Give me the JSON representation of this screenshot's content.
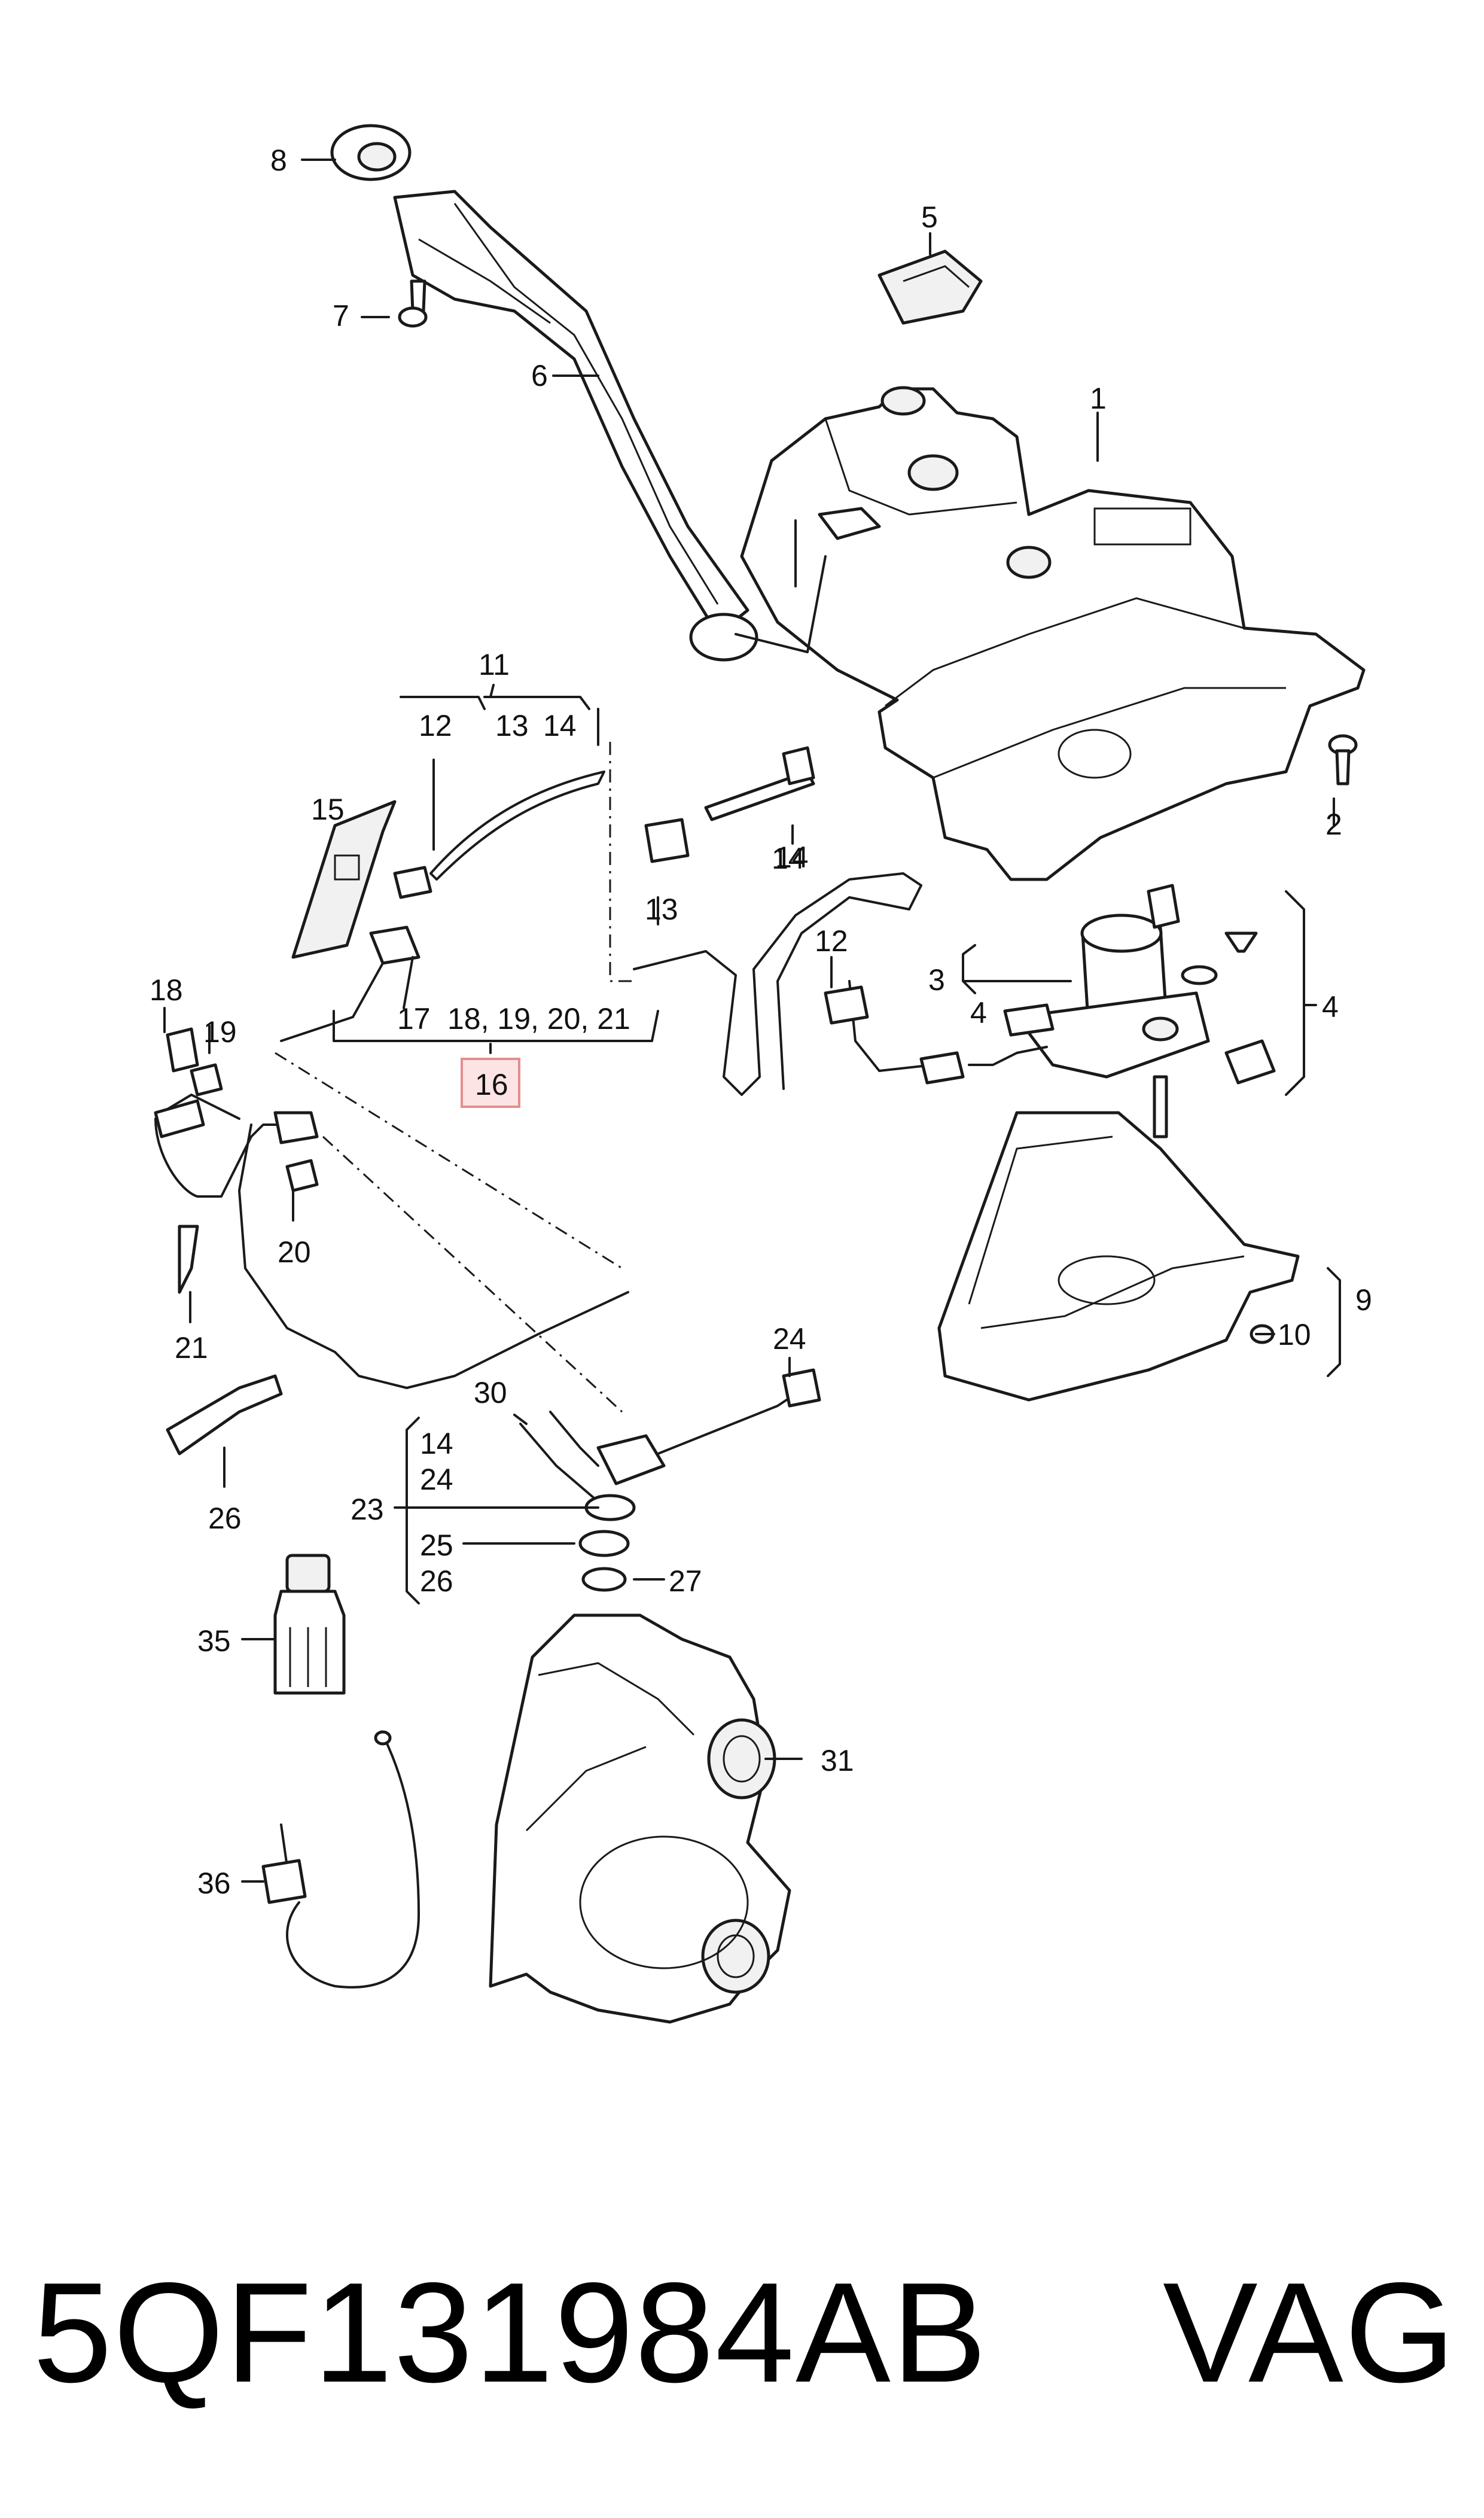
{
  "diagram": {
    "callouts": [
      "1",
      "2",
      "3",
      "4",
      "4",
      "5",
      "6",
      "7",
      "8",
      "9",
      "10",
      "11",
      "12",
      "12",
      "13",
      "14",
      "13",
      "14",
      "15",
      "16",
      "17",
      "18, 19, 20, 21",
      "18",
      "19",
      "20",
      "21",
      "14",
      "24",
      "25",
      "26",
      "23",
      "24",
      "25",
      "26",
      "27",
      "30",
      "31",
      "35",
      "36"
    ],
    "highlighted_callout": "16"
  },
  "footer": {
    "part_number": "5QF131984AB",
    "brand": "VAG"
  }
}
